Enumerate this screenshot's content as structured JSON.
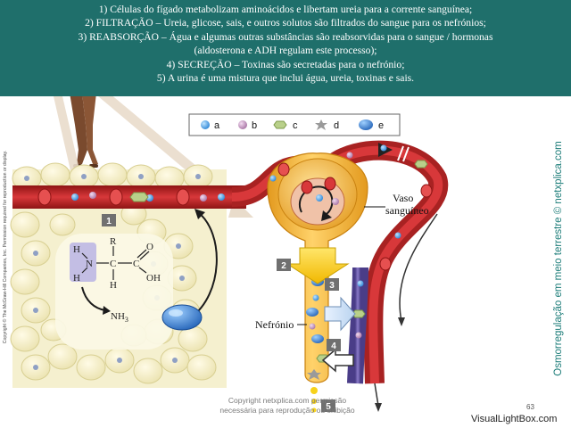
{
  "banner": {
    "lines": [
      "1)    Células do fígado metabolizam aminoácidos e libertam ureia para a corrente sanguínea;",
      "2)    FILTRAÇÃO – Ureia, glicose, sais, e outros solutos são filtrados do sangue para os nefrónios;",
      "3)    REABSORÇÃO – Água e algumas outras substâncias são reabsorvidas para o sangue / hormonas",
      "(aldosterona e ADH regulam este processo);",
      "4)    SECREÇÃO – Toxinas são secretadas para o nefrónio;",
      "5)    A urina é uma mistura que inclui água, ureia, toxinas e sais."
    ]
  },
  "legend": {
    "items": [
      {
        "key": "a",
        "color": "#4da6e6"
      },
      {
        "key": "b",
        "color": "#c79ac4"
      },
      {
        "key": "c",
        "color": "#b9d08a"
      },
      {
        "key": "d",
        "color": "#9a9a9a"
      },
      {
        "key": "e",
        "color": "#3a7fd0"
      }
    ]
  },
  "steps": [
    "1",
    "2",
    "3",
    "4",
    "5"
  ],
  "labels": {
    "vaso_line1": "Vaso",
    "vaso_line2": "sanguíneo",
    "nefronio": "Nefrónio"
  },
  "chem": {
    "H1": "H",
    "N": "N",
    "H2": "H",
    "R": "R",
    "C1": "C",
    "C2": "C",
    "H3": "H",
    "O": "O",
    "OH": "OH",
    "NH3": "NH",
    "NH3_sub": "3"
  },
  "side_text": "Osmorregulação em meio terrestre © netxplica.com",
  "left_copyright": "Copyright © The McGraw-Hill Companies, Inc. Permission required for reproduction or display.",
  "watermark": {
    "line1": "Copyright netxplica.com permissão",
    "line2": "necessária para reprodução ou exibição"
  },
  "page_number": "63",
  "footer_brand": "VisualLightBox.com",
  "colors": {
    "banner": "#1f6f6b",
    "blood": "#c0282b",
    "nephron": "#f2b23a",
    "liver": "#f5f0cf",
    "arrow": "#f7d21a"
  }
}
